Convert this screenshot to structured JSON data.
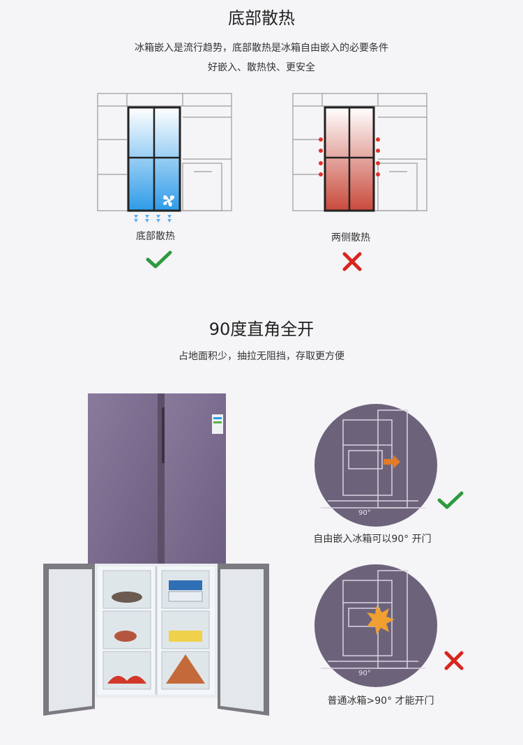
{
  "section1": {
    "title": "底部散热",
    "line1": "冰箱嵌入是流行趋势，底部散热是冰箱自由嵌入的必要条件",
    "line2": "好嵌入、散热快、更安全",
    "left_caption": "底部散热",
    "right_caption": "两侧散热",
    "left_result": "check-icon",
    "right_result": "cross-icon"
  },
  "section2": {
    "title": "90度直角全开",
    "subtitle": "占地面积少，抽拉无阻挡，存取更方便",
    "circle1_angle": "90°",
    "circle1_caption": "自由嵌入冰箱可以90° 开门",
    "circle2_angle": "90°",
    "circle2_caption": "普通冰箱>90° 才能开门",
    "circle1_result": "check-icon",
    "circle2_result": "cross-icon"
  },
  "colors": {
    "bg": "#f5f4f7",
    "check": "#2d9a3e",
    "cross": "#d7261f",
    "cool_blue": "#2e9be8",
    "warm_red": "#c94a3c",
    "fridge_purple": "#7d6b8e",
    "circle_purple": "#6c637b"
  }
}
